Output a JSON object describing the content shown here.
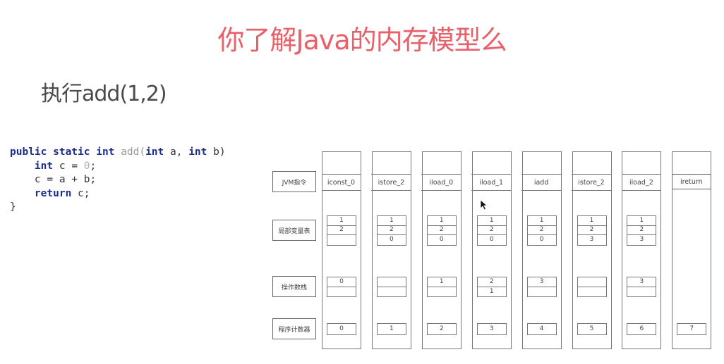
{
  "title": "你了解Java的内存模型么",
  "subtitle": "执行add(1,2)",
  "code": {
    "lines": [
      [
        {
          "t": "public static int ",
          "c": "kw"
        },
        {
          "t": "add(",
          "c": "fn"
        },
        {
          "t": "int",
          "c": "kw"
        },
        {
          "t": " a, ",
          "c": ""
        },
        {
          "t": "int",
          "c": "kw"
        },
        {
          "t": " b)",
          "c": ""
        }
      ],
      [
        {
          "t": "    ",
          "c": ""
        },
        {
          "t": "int",
          "c": "kw"
        },
        {
          "t": " c = ",
          "c": ""
        },
        {
          "t": "0",
          "c": "num"
        },
        {
          "t": ";",
          "c": ""
        }
      ],
      [
        {
          "t": "    c = a + b;",
          "c": ""
        }
      ],
      [
        {
          "t": "    ",
          "c": ""
        },
        {
          "t": "return",
          "c": "kw"
        },
        {
          "t": " c;",
          "c": ""
        }
      ],
      [
        {
          "t": "}",
          "c": ""
        }
      ]
    ]
  },
  "row_labels": {
    "instruction": "JVM指令",
    "local_vars": "局部变量表",
    "operand_stack": "操作数栈",
    "program_counter": "程序计数器"
  },
  "steps": [
    {
      "instr": "iconst_0",
      "locals": [
        "1",
        "2",
        ""
      ],
      "stack": [
        "0",
        ""
      ],
      "pc": "0"
    },
    {
      "instr": "istore_2",
      "locals": [
        "1",
        "2",
        "0"
      ],
      "stack": [
        "",
        ""
      ],
      "pc": "1"
    },
    {
      "instr": "iload_0",
      "locals": [
        "1",
        "2",
        "0"
      ],
      "stack": [
        "1",
        ""
      ],
      "pc": "2"
    },
    {
      "instr": "iload_1",
      "locals": [
        "1",
        "2",
        "0"
      ],
      "stack": [
        "2",
        "1"
      ],
      "pc": "3"
    },
    {
      "instr": "iadd",
      "locals": [
        "1",
        "2",
        "0"
      ],
      "stack": [
        "3",
        ""
      ],
      "pc": "4"
    },
    {
      "instr": "istore_2",
      "locals": [
        "1",
        "2",
        "3"
      ],
      "stack": [
        "",
        ""
      ],
      "pc": "5"
    },
    {
      "instr": "iload_2",
      "locals": [
        "1",
        "2",
        "3"
      ],
      "stack": [
        "3",
        ""
      ],
      "pc": "6"
    },
    {
      "instr": "ireturn",
      "locals": null,
      "stack": null,
      "pc": "7"
    }
  ],
  "colors": {
    "title": "#e8606a",
    "keyword": "#1c2e8c",
    "border": "#777777"
  }
}
